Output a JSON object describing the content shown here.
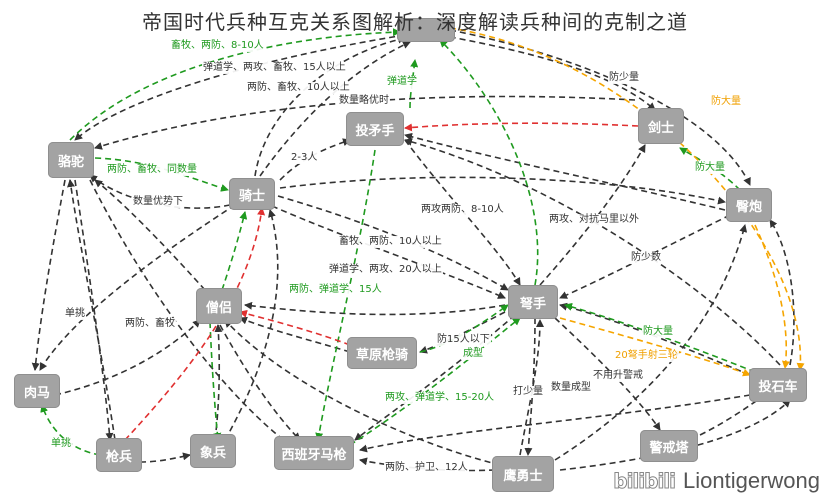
{
  "title": "帝国时代兵种互克关系图解析：深度解读兵种间的克制之道",
  "colors": {
    "node": "#a3a3a3",
    "black": "#333333",
    "green": "#1f9a1f",
    "red": "#e03030",
    "orange": "#f5a500"
  },
  "nodes": [
    {
      "id": "top",
      "label": ""
    },
    {
      "id": "camel",
      "label": "骆驼"
    },
    {
      "id": "knight",
      "label": "骑士"
    },
    {
      "id": "pikeman_thrower",
      "label": "投矛手"
    },
    {
      "id": "swordsman",
      "label": "剑士"
    },
    {
      "id": "bombard",
      "label": "臀炮"
    },
    {
      "id": "monk",
      "label": "僧侣"
    },
    {
      "id": "archer",
      "label": "弩手"
    },
    {
      "id": "steppe_lancer",
      "label": "草原枪骑"
    },
    {
      "id": "cav_archer",
      "label": "肉马"
    },
    {
      "id": "mangonel",
      "label": "投石车"
    },
    {
      "id": "spearman",
      "label": "枪兵"
    },
    {
      "id": "elephant",
      "label": "象兵"
    },
    {
      "id": "conquistador",
      "label": "西班牙马枪"
    },
    {
      "id": "tower",
      "label": "警戒塔"
    },
    {
      "id": "champion",
      "label": "鹰勇士"
    }
  ],
  "edge_labels": {
    "camel_knight_top": "畜牧、两防、8-10人",
    "knight_top_1": "弹道学、两攻、畜牧、15人以上",
    "knight_top_2": "两防、畜牧、10人以上",
    "qty_adv": "数量略优时",
    "ballistics": "弹道学",
    "def_less": "防少量",
    "def_more_1": "防大量",
    "two_three": "2-3人",
    "camel_knight": "两防、畜牧、同数量",
    "qty_adv_2": "数量优势下",
    "two_def_two_atk": "两攻两防、8-10人",
    "def_more_2": "防大量",
    "two_atk_range": "两攻、对抗马里以外",
    "knight_archer_1": "畜牧、两防、10人以上",
    "knight_archer_2": "弹道学、两攻、20人以上",
    "def_less_2": "防少数",
    "two_def_ballistics": "两防、弹道学、15人",
    "solo": "单挑",
    "two_def_husbandry": "两防、畜牧",
    "def15": "防15人以下",
    "formation": "成型",
    "def_more_3": "防大量",
    "twenty_xbow": "20弩手射三轮",
    "no_watch": "不用升警戒",
    "two_atk_ballistics": "两攻、弹道学、15-20人",
    "hit_less": "打少量",
    "qty_form": "数量成型",
    "solo_2": "单挑",
    "two_def_guard": "两防、护卫、12人"
  },
  "watermark": {
    "logo": "bilibili",
    "name": "Liontigerwong"
  }
}
